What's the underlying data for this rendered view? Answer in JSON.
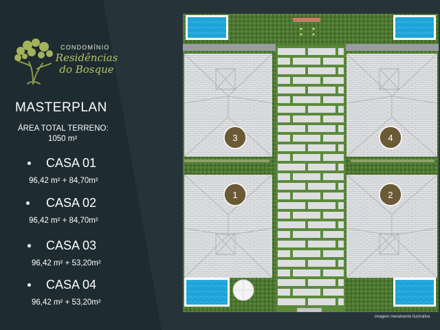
{
  "brand": {
    "prefix": "CONDOMÍNIO",
    "name_line1": "Residências",
    "name_line2": "do Bosque"
  },
  "heading": "MASTERPLAN",
  "total_area": {
    "label": "ÁREA TOTAL TERRENO:",
    "value": "1050 m²"
  },
  "houses": [
    {
      "name": "CASA 01",
      "area": "96,42 m² + 84,70m²"
    },
    {
      "name": "CASA 02",
      "area": "96,42 m² + 84,70m²"
    },
    {
      "name": "CASA 03",
      "area": "96,42 m² + 53,20m²"
    },
    {
      "name": "CASA 04",
      "area": "96,42 m² + 53,20m²"
    }
  ],
  "plan": {
    "lot_numbers": [
      "1",
      "2",
      "3",
      "4"
    ],
    "badge_color": "#6b5a36"
  },
  "colors": {
    "background": "#26343a",
    "accent": "#b7c468",
    "grass": "#4e7a34",
    "pool": "#1fa3d8",
    "roof": "#ecedef"
  },
  "caption": "imagem meramente ilustrativa"
}
